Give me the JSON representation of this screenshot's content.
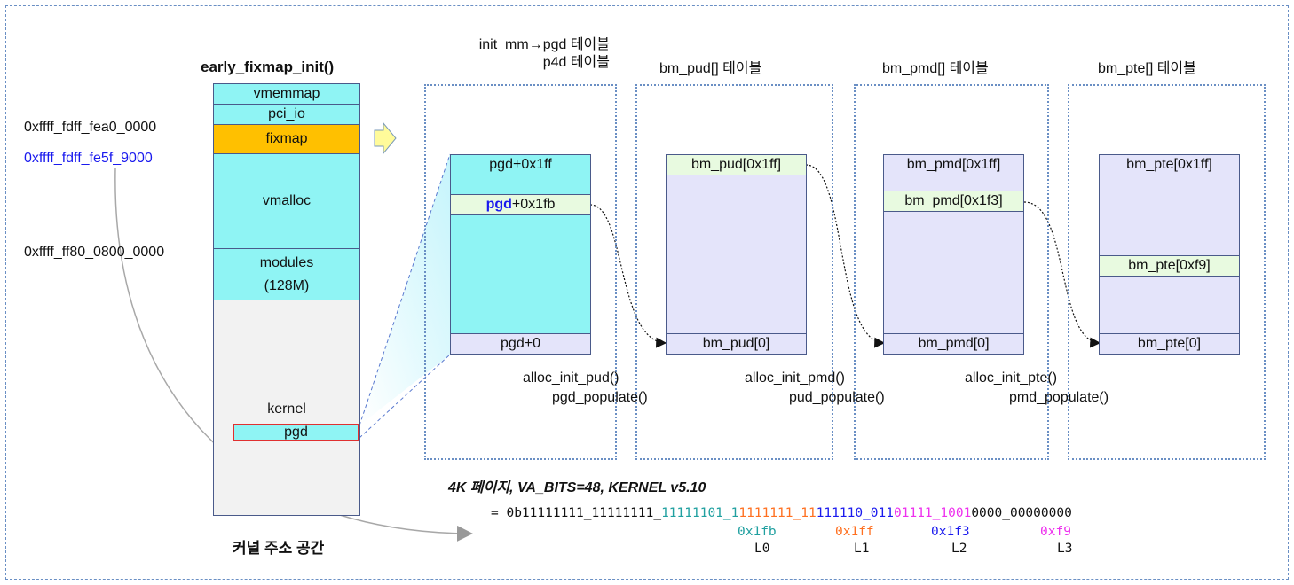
{
  "colors": {
    "cyan": "#8ff4f4",
    "lavender": "#e4e4fa",
    "light_green": "#e8fae0",
    "fixmap_orange": "#ffc000",
    "gray_kernel": "#f2f2f2",
    "pgd_highlight_border": "#e03030",
    "blue": "#1a1aee",
    "teal": "#20a0a0",
    "orange": "#ff7020",
    "magenta": "#ee30ee"
  },
  "address_space": {
    "title": "early_fixmap_init()",
    "caption": "커널 주소 공간",
    "segments": {
      "vmemmap": "vmemmap",
      "pci_io": "pci_io",
      "fixmap": "fixmap",
      "vmalloc": "vmalloc",
      "modules": "modules",
      "modules_size": "(128M)",
      "kernel": "kernel",
      "pgd": "pgd"
    },
    "addresses": {
      "fea0": "0xffff_fdff_fea0_0000",
      "fe5f": "0xffff_fdff_fe5f_9000",
      "ff80": "0xffff_ff80_0800_0000"
    }
  },
  "pgd_table": {
    "header_line1": "init_mm→pgd 테이블",
    "header_line2": "p4d 테이블",
    "top": "pgd+0x1ff",
    "mid_prefix": "pgd",
    "mid_suffix": "+0x1fb",
    "bottom": "pgd+0"
  },
  "pud_table": {
    "header": "bm_pud[] 테이블",
    "top": "bm_pud[0x1ff]",
    "bottom": "bm_pud[0]"
  },
  "pmd_table": {
    "header": "bm_pmd[] 테이블",
    "top": "bm_pmd[0x1ff]",
    "mid": "bm_pmd[0x1f3]",
    "bottom": "bm_pmd[0]"
  },
  "pte_table": {
    "header": "bm_pte[] 테이블",
    "top": "bm_pte[0x1ff]",
    "mid": "bm_pte[0xf9]",
    "bottom": "bm_pte[0]"
  },
  "functions": {
    "alloc_pud": "alloc_init_pud()",
    "pgd_populate": "pgd_populate()",
    "alloc_pmd": "alloc_init_pmd()",
    "pud_populate": "pud_populate()",
    "alloc_pte": "alloc_init_pte()",
    "pmd_populate": "pmd_populate()"
  },
  "bits": {
    "caption": "4K 페이지, VA_BITS=48, KERNEL v5.10",
    "prefix": "= 0b11111111_11111111_",
    "l0_bits": "11111101_1",
    "l1_bits": "1111111_11",
    "l2_bits": "111110_011",
    "l3_bits": "01111_1001",
    "offset_bits": "0000_00000000",
    "l0_hex": "0x1fb",
    "l1_hex": "0x1ff",
    "l2_hex": "0x1f3",
    "l3_hex": "0xf9",
    "l0": "L0",
    "l1": "L1",
    "l2": "L2",
    "l3": "L3"
  }
}
